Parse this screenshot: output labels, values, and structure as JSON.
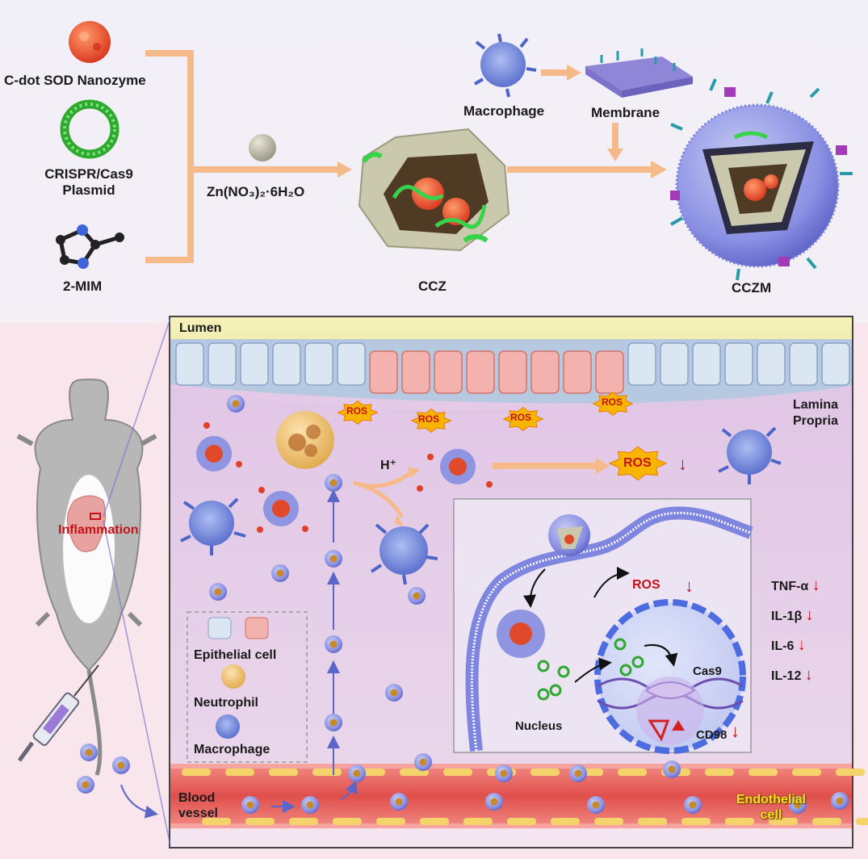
{
  "synthesis": {
    "c_dot_label": "C-dot SOD Nanozyme",
    "crispr_label_line1": "CRISPR/Cas9",
    "crispr_label_line2": "Plasmid",
    "mim_label": "2-MIM",
    "zinc_salt_label": "Zn(NO₃)₂·6H₂O",
    "ccz_label": "CCZ",
    "macrophage_label": "Macrophage",
    "membrane_label": "Membrane",
    "cczm_label": "CCZM"
  },
  "tissue": {
    "lumen_label": "Lumen",
    "lamina_propria_line1": "Lamina",
    "lamina_propria_line2": "Propria",
    "ros_label": "ROS",
    "h_plus_label": "H⁺",
    "inflammation_label": "Inflammation",
    "blood_vessel_line1": "Blood",
    "blood_vessel_line2": "vessel",
    "endothelial_line1": "Endothelial",
    "endothelial_line2": "cell",
    "down_arrow": "↓"
  },
  "legend": {
    "epithelial_label": "Epithelial cell",
    "neutrophil_label": "Neutrophil",
    "macrophage_label": "Macrophage"
  },
  "inset": {
    "cas9_label": "Cas9",
    "nucleus_label": "Nucleus",
    "cd98_label": "CD98"
  },
  "cytokines": [
    {
      "name": "TNF-α",
      "arrow": "↓"
    },
    {
      "name": "IL-1β",
      "arrow": "↓"
    },
    {
      "name": "IL-6",
      "arrow": "↓"
    },
    {
      "name": "IL-12",
      "arrow": "↓"
    }
  ],
  "colors": {
    "arrow_orange": "#f6b98a",
    "membrane_blue": "#7f86e0",
    "epithelial_red": "#f0a7a3",
    "epithelial_blue": "#c9d9ec",
    "vessel_red": "#e1504e",
    "ros_yellow": "#f7b500",
    "label_red": "#c3121a"
  }
}
